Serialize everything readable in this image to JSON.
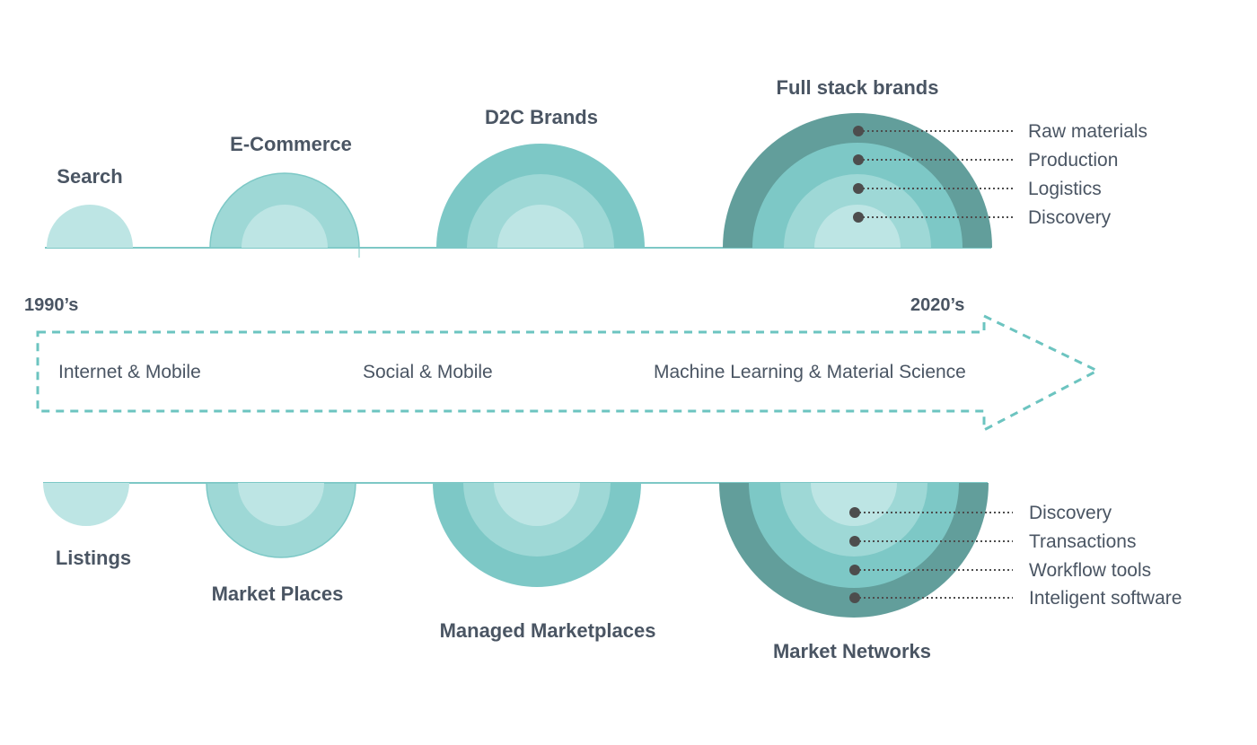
{
  "colors": {
    "ring1": "#bde5e4",
    "ring2": "#9ed8d6",
    "ring3": "#7dc8c6",
    "ring4": "#629e9b",
    "baseline": "#7dc8c6",
    "dots": "#4d4d4d",
    "arrow": "#6cc4c0",
    "text": "#4a5563"
  },
  "top": {
    "stages": [
      {
        "title": "Search",
        "rings": 1
      },
      {
        "title": "E-Commerce",
        "rings": 2
      },
      {
        "title": "D2C Brands",
        "rings": 3
      },
      {
        "title": "Full stack brands",
        "rings": 4
      }
    ],
    "layers": [
      "Raw materials",
      "Production",
      "Logistics",
      "Discovery"
    ]
  },
  "bottom": {
    "stages": [
      {
        "title": "Listings",
        "rings": 1
      },
      {
        "title": "Market Places",
        "rings": 2
      },
      {
        "title": "Managed Marketplaces",
        "rings": 3
      },
      {
        "title": "Market Networks",
        "rings": 4
      }
    ],
    "layers": [
      "Discovery",
      "Transactions",
      "Workflow tools",
      "Inteligent software"
    ]
  },
  "timeline": {
    "start": "1990’s",
    "end": "2020’s",
    "eras": [
      "Internet & Mobile",
      "Social & Mobile",
      "Machine Learning & Material Science"
    ]
  }
}
